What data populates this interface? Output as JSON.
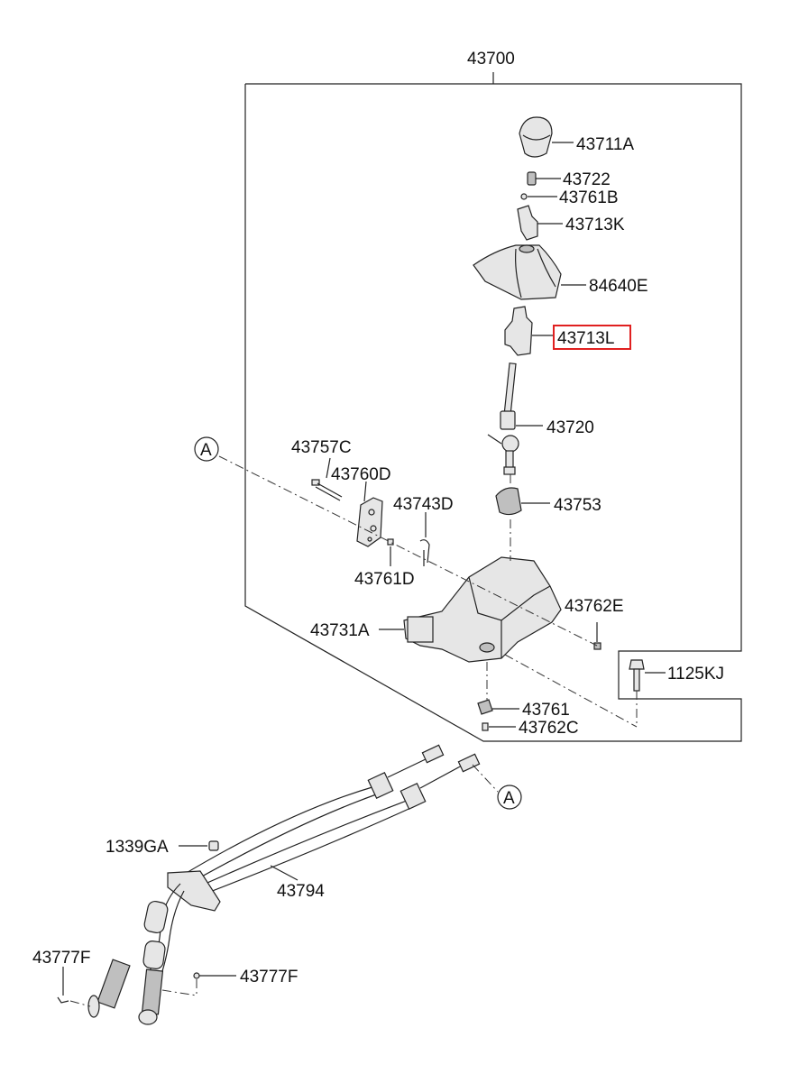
{
  "diagram": {
    "assembly_label": "43700",
    "reference_marker": "A",
    "highlight_color": "#e02020",
    "parts": {
      "p43711A": "43711A",
      "p43722": "43722",
      "p43761B": "43761B",
      "p43713K": "43713K",
      "p84640E": "84640E",
      "p43713L": "43713L",
      "p43720": "43720",
      "p43753": "43753",
      "p43757C": "43757C",
      "p43760D": "43760D",
      "p43743D": "43743D",
      "p43761D": "43761D",
      "p43762E": "43762E",
      "p43731A": "43731A",
      "p1125KJ": "1125KJ",
      "p43761": "43761",
      "p43762C": "43762C",
      "p1339GA": "1339GA",
      "p43794": "43794",
      "p43777F_left": "43777F",
      "p43777F_right": "43777F"
    }
  }
}
